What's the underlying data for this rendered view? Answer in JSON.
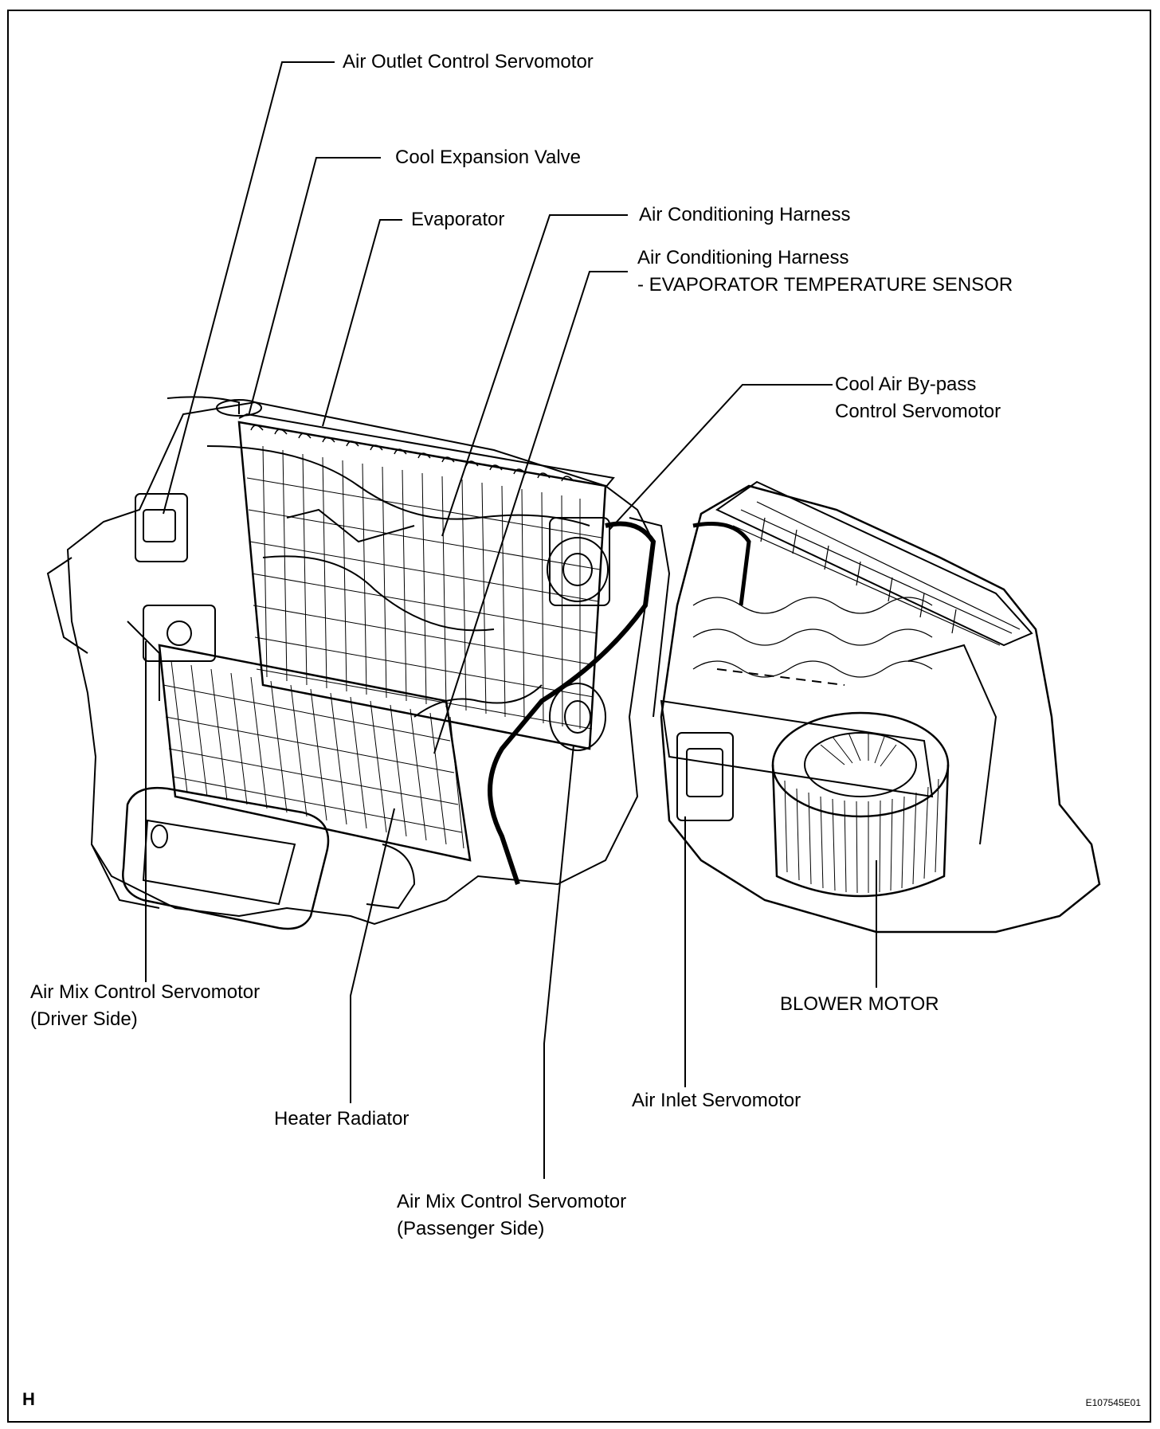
{
  "labels": {
    "air_outlet_servo": "Air Outlet Control Servomotor",
    "cool_expansion_valve": "Cool Expansion Valve",
    "evaporator": "Evaporator",
    "ac_harness": "Air Conditioning Harness",
    "ac_harness_sensor_line1": "Air Conditioning Harness",
    "ac_harness_sensor_line2": "- EVAPORATOR TEMPERATURE SENSOR",
    "cool_air_bypass_line1": "Cool Air By-pass",
    "cool_air_bypass_line2": "Control Servomotor",
    "air_mix_driver_line1": "Air Mix Control Servomotor",
    "air_mix_driver_line2": "(Driver Side)",
    "blower_motor": "BLOWER MOTOR",
    "air_inlet_servo": "Air Inlet Servomotor",
    "heater_radiator": "Heater Radiator",
    "air_mix_passenger_line1": "Air Mix Control Servomotor",
    "air_mix_passenger_line2": "(Passenger Side)"
  },
  "corner_letter": "H",
  "figure_code": "E107545E01"
}
